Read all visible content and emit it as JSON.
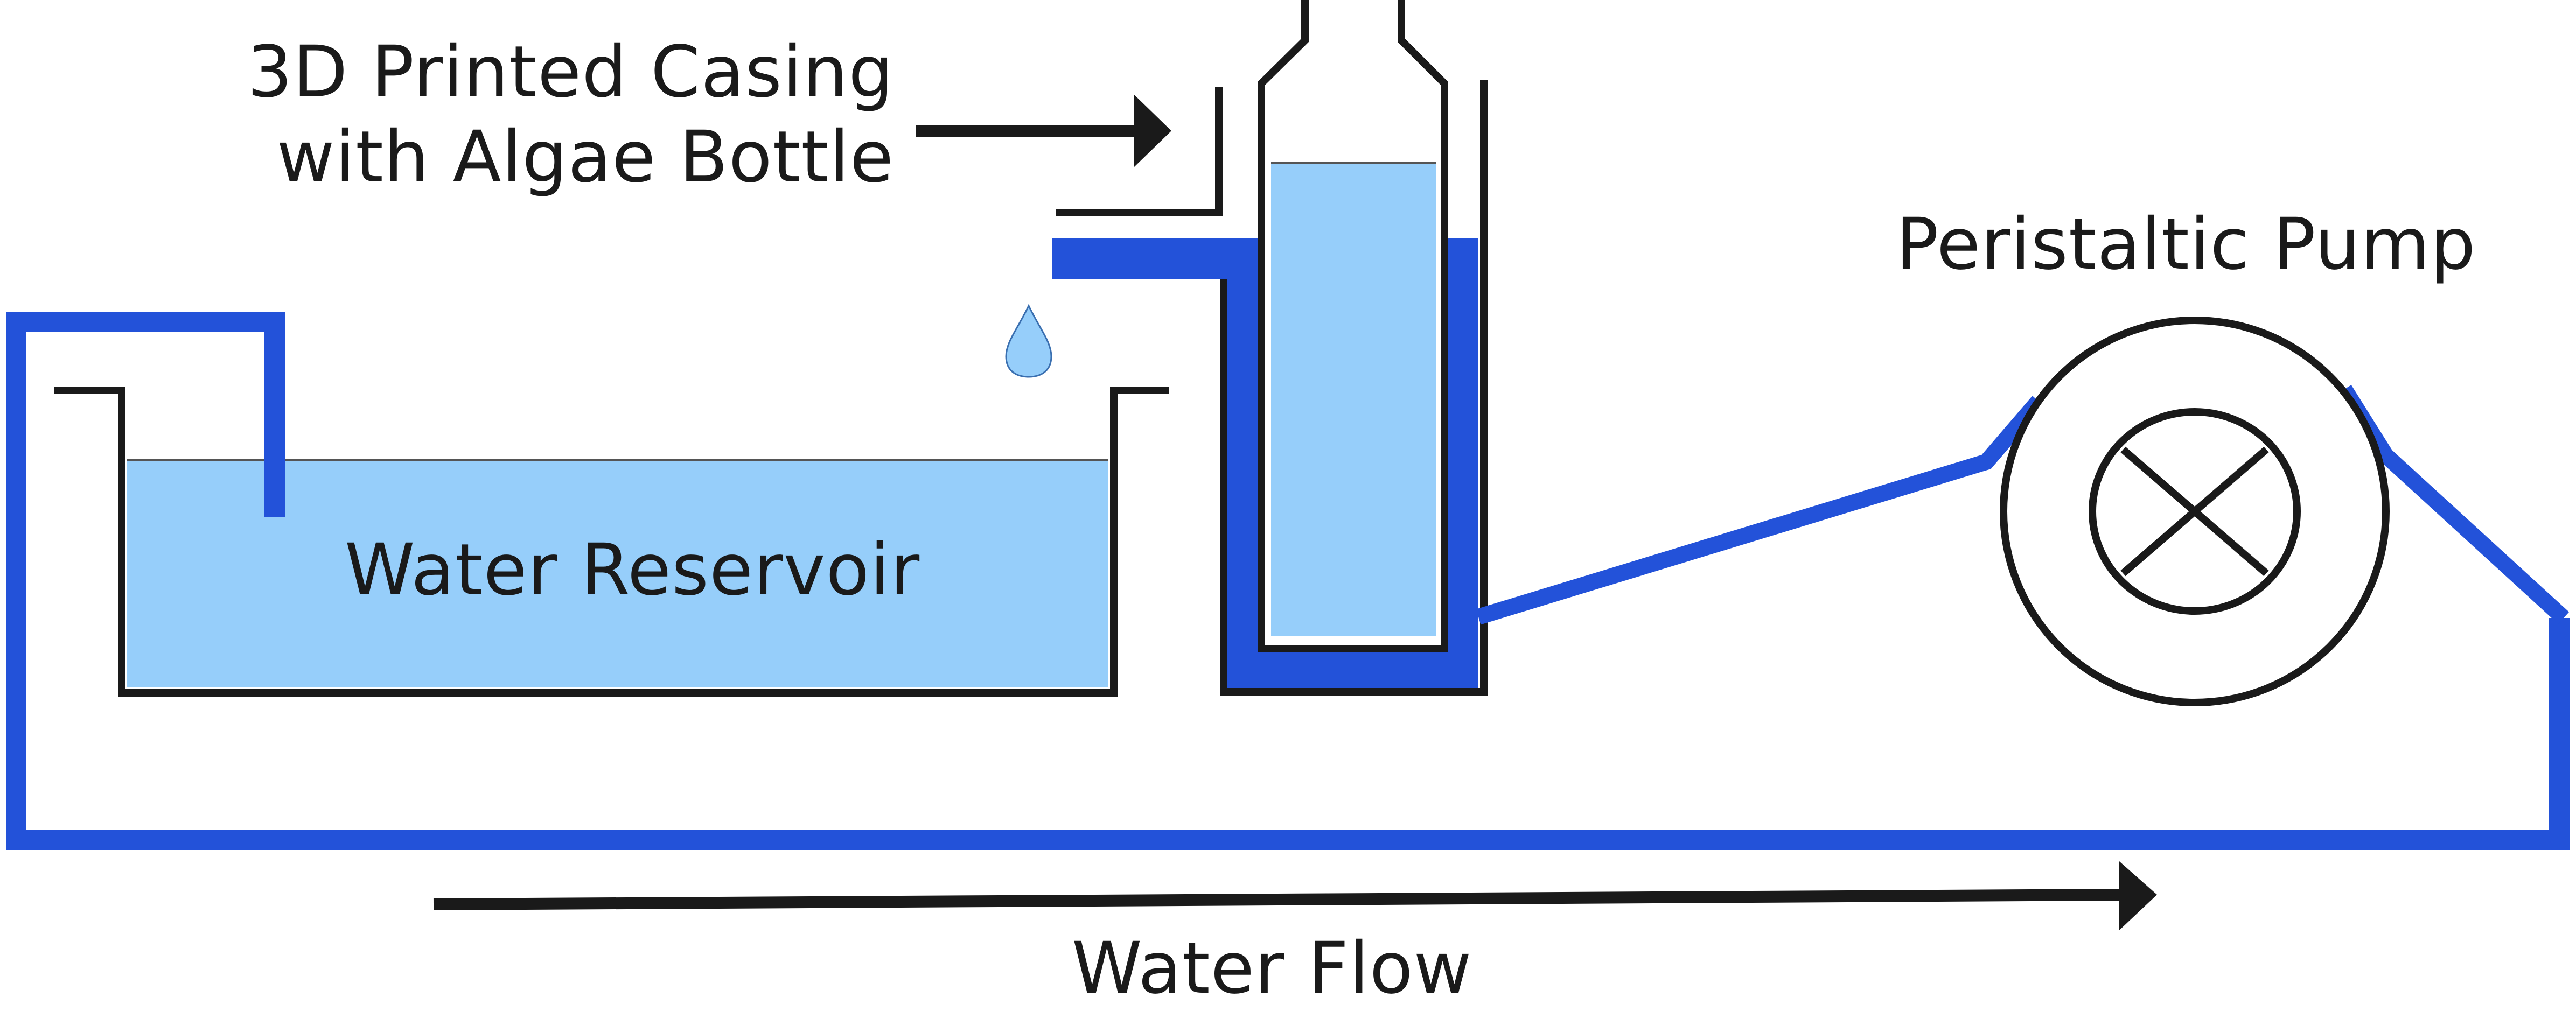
{
  "labels": {
    "casing_line1": "3D Printed Casing",
    "casing_line2": "with Algae Bottle",
    "reservoir": "Water Reservoir",
    "pump": "Peristaltic Pump",
    "flow": "Water Flow"
  },
  "colors": {
    "pipe": "#2352d9",
    "water": "#96cefa",
    "outline": "#1a1a1a",
    "background": "#ffffff"
  }
}
